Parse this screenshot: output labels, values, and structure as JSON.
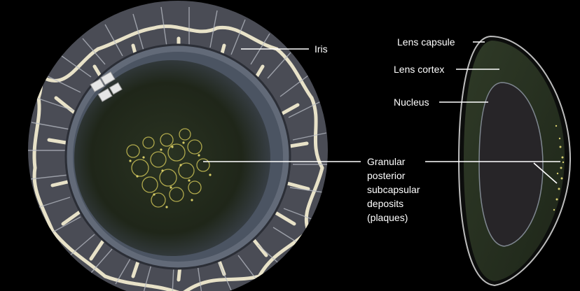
{
  "labels": {
    "iris": "Iris",
    "lens_capsule": "Lens capsule",
    "lens_cortex": "Lens cortex",
    "nucleus": "Nucleus",
    "deposits": [
      "Granular",
      "posterior",
      "subcapsular",
      "deposits",
      "(plaques)"
    ]
  },
  "colors": {
    "background": "#000000",
    "label_text": "#ffffff",
    "leader_line": "#ffffff",
    "iris_base": "#4a4c55",
    "iris_fibers": "#e8e2c8",
    "lens_dark": "#1d2219",
    "lens_ring": "#4b5462",
    "nucleus": "#272528",
    "deposits": "#c9bf55"
  },
  "icons": {
    "front_view": "cataract-front-view-illustration",
    "side_view": "lens-cross-section-illustration"
  }
}
